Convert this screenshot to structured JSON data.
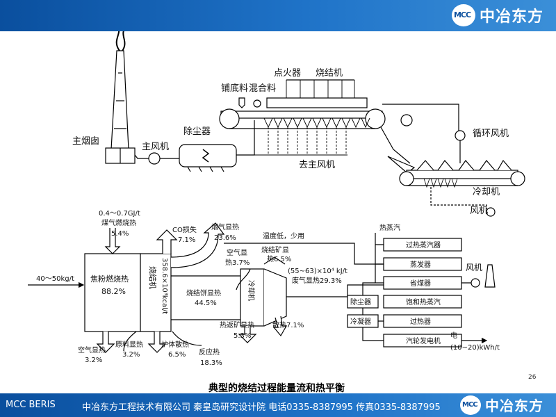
{
  "header": {
    "logo_mark": "MCC",
    "logo_text": "中冶东方"
  },
  "top_diagram": {
    "chimney": "主烟囱",
    "main_fan": "主风机",
    "dust_collector": "除尘器",
    "igniter": "点火器",
    "sinter_machine": "烧结机",
    "hearth_layer": "铺底料",
    "mixture": "混合料",
    "to_main_fan": "去主风机",
    "circulating_fan": "循环风机",
    "cooler": "冷却机",
    "fan": "风机"
  },
  "bottom_diagram": {
    "input_flow": "40～50kg/t",
    "coke_heat": "焦粉燃烧热",
    "coke_heat_pct": "88.2%",
    "gas_heat_range": "0.4～0.7GJ/t",
    "gas_heat": "煤气燃烧热",
    "gas_heat_pct": "5.4%",
    "co_loss": "CO损失",
    "co_loss_pct": "7.1%",
    "flue_gas": "烟气显热",
    "flue_gas_pct": "23.6%",
    "low_temp": "温度低，少用",
    "sinter_machine_label": "烧结机",
    "sinter_machine_value": "358.6×10³kcal/t",
    "cake_heat": "烧结饼显热",
    "cake_heat_pct": "44.5%",
    "air_heat2": "空气显",
    "air_heat2_b": "热3.7%",
    "ore_heat": "烧结矿显",
    "ore_heat_b": "热6.5%",
    "cooler_label": "冷却机",
    "exhaust_range": "(55~63)×10⁴ kJ/t",
    "exhaust_heat": "废气显热29.3%",
    "return_ore": "热返矿显热",
    "return_ore_pct": "5.3%",
    "dissipation": "散热7.1%",
    "air_heat": "空气显热",
    "air_heat_pct": "3.2%",
    "raw_heat": "原料显热",
    "raw_heat_pct": "3.2%",
    "body_heat": "炉体散热",
    "body_heat_pct": "6.5%",
    "reaction_heat": "反应热",
    "reaction_heat_pct": "18.3%",
    "hot_steam": "热蒸汽",
    "superheater": "过热蒸汽器",
    "evaporator": "蒸发器",
    "economizer": "省煤器",
    "sat_steam": "饱和热蒸汽",
    "superheater2": "过热器",
    "turbine": "汽轮发电机",
    "dust_collector": "除尘器",
    "condenser": "冷凝器",
    "fan": "风机",
    "electricity": "电",
    "electricity_range": "(10~20)kWh/t"
  },
  "caption": "典型的烧结过程能量流和热平衡",
  "page_number": "26",
  "footer": {
    "left": "MCC BERIS",
    "info": "中冶东方工程技术有限公司 秦皇岛研究设计院 电话0335-8387995 传真0335-8387995",
    "logo_mark": "MCC",
    "logo_text": "中冶东方"
  }
}
